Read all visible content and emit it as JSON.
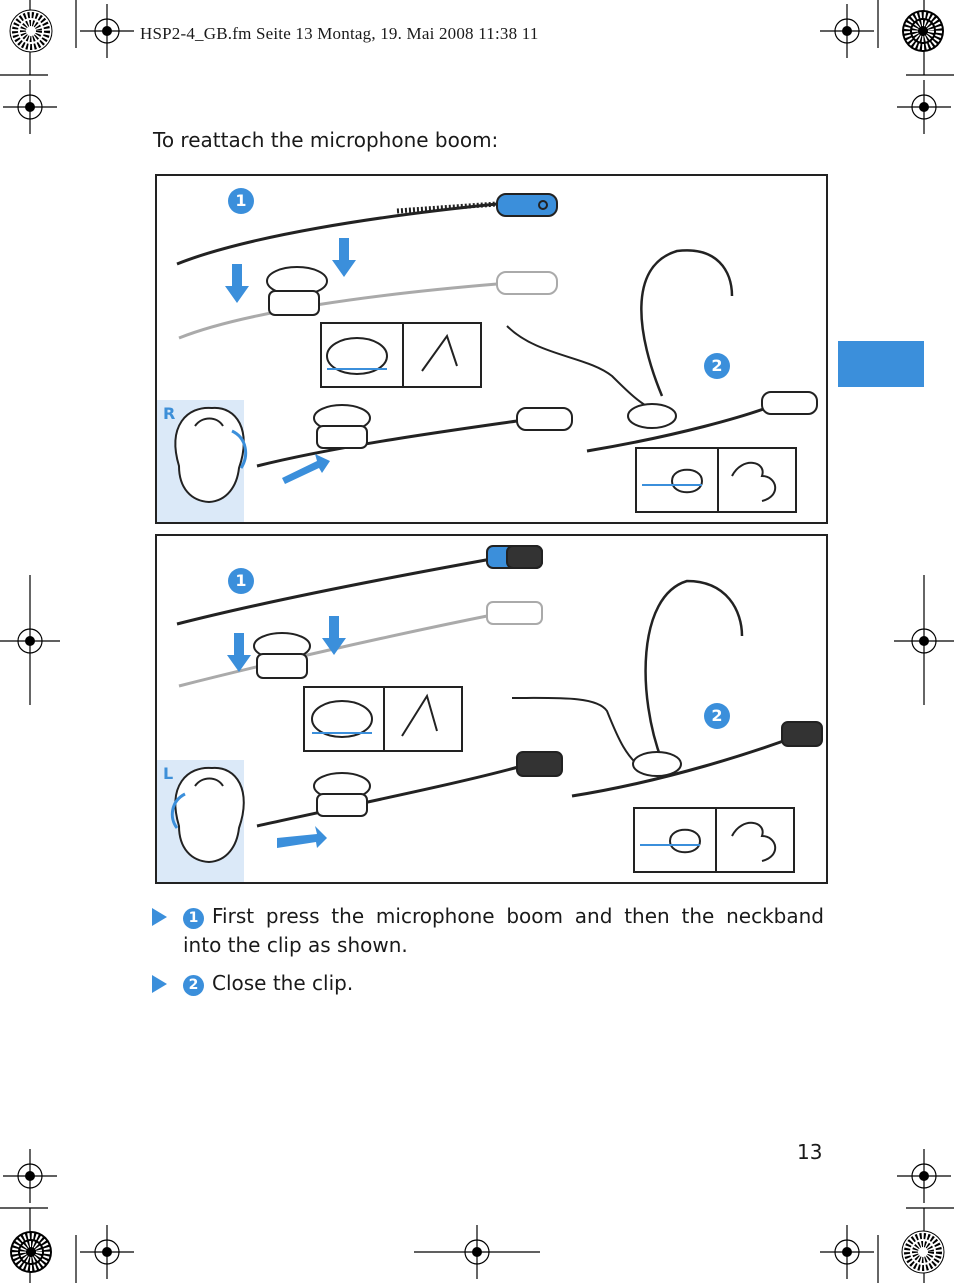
{
  "header": {
    "print_line": "HSP2-4_GB.fm  Seite 13  Montag, 19. Mai 2008  11:38 11"
  },
  "intro": {
    "text": "To reattach the microphone boom:"
  },
  "figures": {
    "right": {
      "side_label": "R",
      "step1": "1",
      "step2": "2"
    },
    "left": {
      "side_label": "L",
      "step1": "1",
      "step2": "2"
    }
  },
  "steps": [
    {
      "badge": "1",
      "text": "First press the microphone boom and then the neckband into the clip as shown."
    },
    {
      "badge": "2",
      "text": "Close the clip."
    }
  ],
  "page": {
    "number": "13"
  },
  "colors": {
    "accent": "#3b8fdb",
    "panel": "#dbe9f8"
  }
}
